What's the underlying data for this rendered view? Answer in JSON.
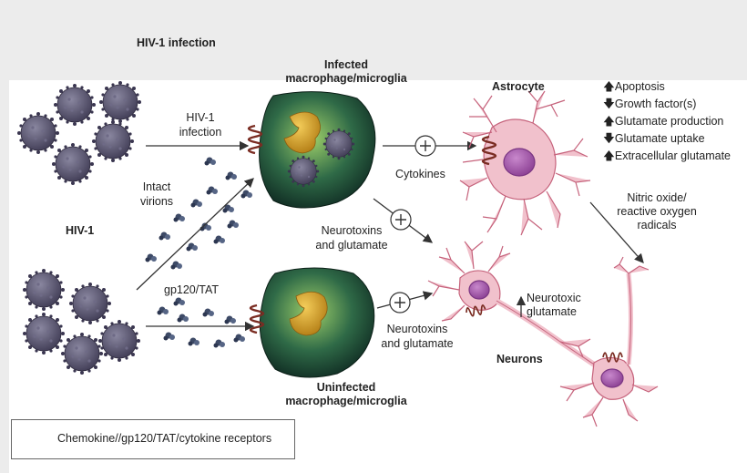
{
  "labels": {
    "hiv_infection_title": "HIV-1 infection",
    "infected_cell": "Infected\nmacrophage/microglia",
    "astrocyte": "Astrocyte",
    "hiv_infection_arrow": "HIV-1\ninfection",
    "intact_virions": "Intact\nvirions",
    "hiv1": "HIV-1",
    "gp120_tat": "gp120/TAT",
    "cytokines": "Cytokines",
    "neurotoxins_1": "Neurotoxins\nand glutamate",
    "neurotoxins_2": "Neurotoxins\nand glutamate",
    "nitric_oxide": "Nitric oxide/\nreactive oxygen\nradicals",
    "neurotoxic_glutamate": "Neurotoxic\nglutamate",
    "neurons": "Neurons",
    "uninfected_cell": "Uninfected\nmacrophage/microglia"
  },
  "astrocyte_effects": [
    {
      "direction": "up",
      "glyph": "🡅",
      "text": "Apoptosis"
    },
    {
      "direction": "down",
      "glyph": "🡇",
      "text": "Growth factor(s)"
    },
    {
      "direction": "up",
      "glyph": "🡅",
      "text": "Glutamate production"
    },
    {
      "direction": "down",
      "glyph": "🡇",
      "text": "Glutamate uptake"
    },
    {
      "direction": "up",
      "glyph": "🡅",
      "text": "Extracellular glutamate"
    }
  ],
  "legend": {
    "text": "Chemokine//gp120/TAT/cytokine receptors"
  },
  "colors": {
    "virus": "#5a5670",
    "macrophage": "#1f4a3a",
    "nucleus": "#d6a12a",
    "neuron": "#e9a8b8",
    "neuron_nucleus": "#a05aa8",
    "receptor": "#7a2c22"
  }
}
